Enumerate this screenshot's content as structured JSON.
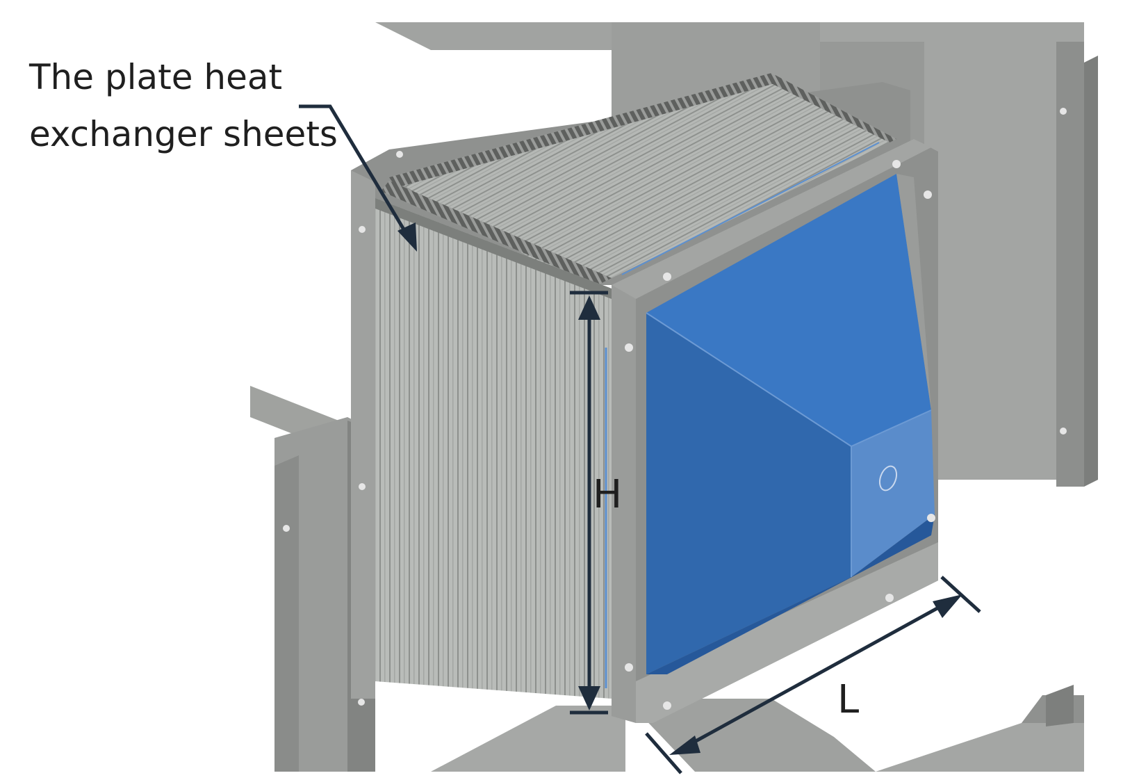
{
  "callout": {
    "line1": "The plate heat",
    "line2": "exchanger sheets"
  },
  "dimensions": {
    "height_label": "H",
    "length_label": "L"
  },
  "colors": {
    "frame": "#8f918f",
    "frame_dark": "#6e706e",
    "frame_light": "#b4b6b4",
    "plates": "#b7bab7",
    "plates_dark": "#8a8c8a",
    "duct_blue": "#3a78c4",
    "duct_blue_light": "#4a86cf",
    "duct_blue_dark": "#2f68b0",
    "duct_blue_pale": "#5a8fd0",
    "annotation": "#1f2d3d"
  }
}
